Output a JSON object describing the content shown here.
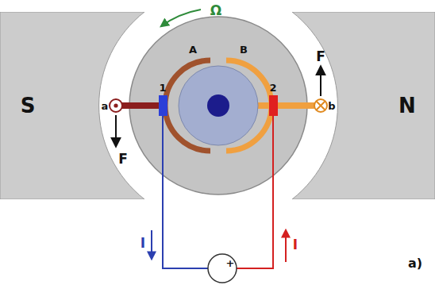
{
  "diagram": {
    "nodes": [
      {
        "text": [
          "S"
        ]
      },
      {
        "text": [
          "N"
        ]
      }
    ],
    "labels": [
      "Ω",
      "A",
      "B",
      "1",
      "2",
      "a",
      "b",
      "F",
      "F",
      "I",
      "I",
      "+",
      "a)"
    ]
  }
}
